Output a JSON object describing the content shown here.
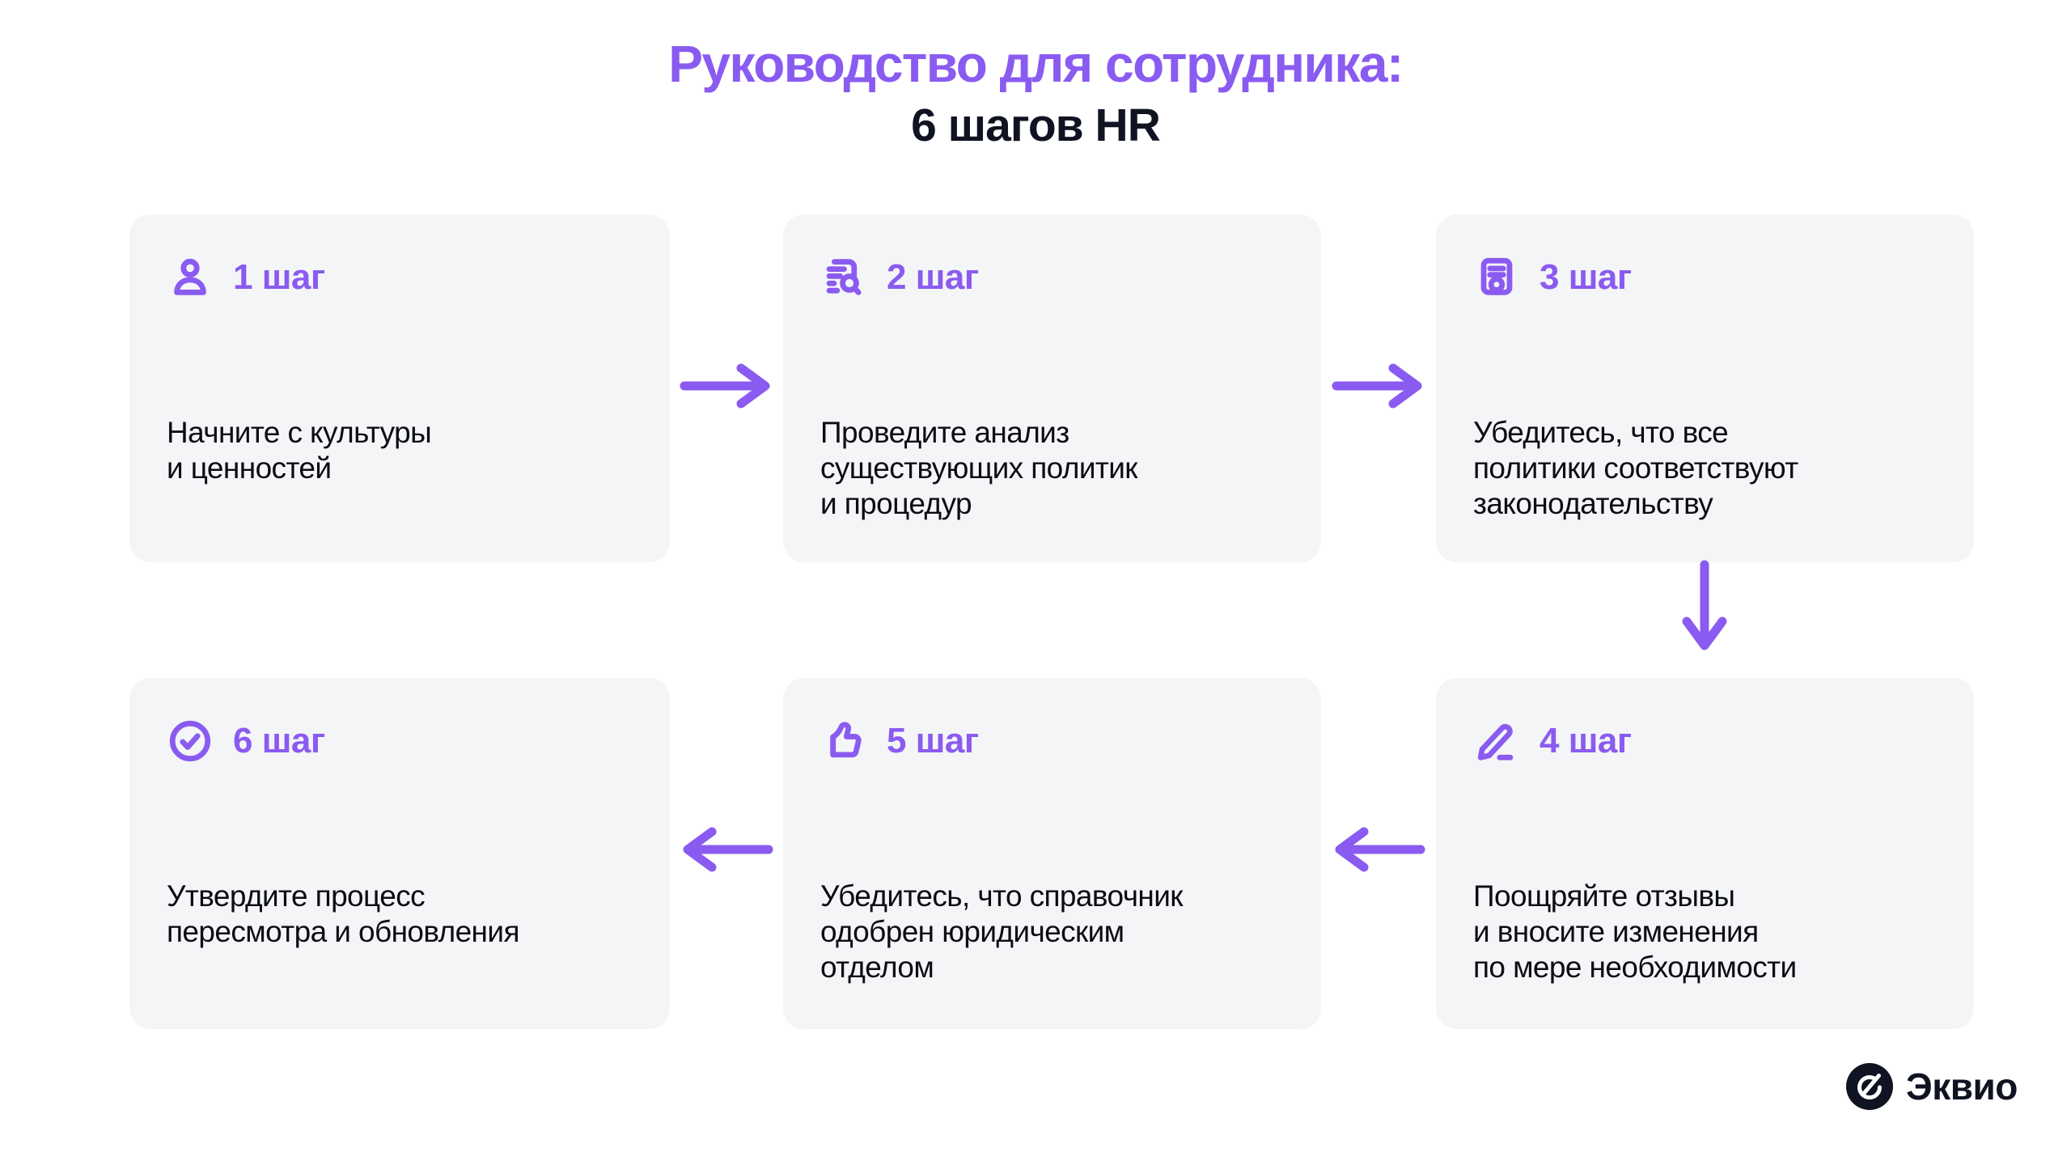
{
  "title": {
    "line1": "Руководство для сотрудника:",
    "line2": "6 шагов HR"
  },
  "cards": [
    {
      "step": "1 шаг",
      "icon": "user-icon",
      "text": "Начните с культуры\nи ценностей"
    },
    {
      "step": "2 шаг",
      "icon": "document-search-icon",
      "text": "Проведите анализ\nсуществующих политик\nи процедур"
    },
    {
      "step": "3 шаг",
      "icon": "certificate-icon",
      "text": "Убедитесь, что все\nполитики соответствуют\nзаконодательству"
    },
    {
      "step": "4 шаг",
      "icon": "pencil-icon",
      "text": "Поощряйте отзывы\nи вносите изменения\nпо мере необходимости"
    },
    {
      "step": "5 шаг",
      "icon": "thumbs-up-icon",
      "text": "Убедитесь, что справочник\nодобрен юридическим\nотделом"
    },
    {
      "step": "6 шаг",
      "icon": "check-circle-icon",
      "text": "Утвердите процесс\nпересмотра и обновления"
    }
  ],
  "arrows": [
    "right",
    "right",
    "down",
    "left",
    "left"
  ],
  "logo": {
    "text": "Эквио"
  },
  "colors": {
    "accent": "#8A5BF0",
    "card_bg": "#F4F5F7",
    "dark": "#101322",
    "body_text": "#0B0D12",
    "page_bg": "#FFFFFF"
  }
}
